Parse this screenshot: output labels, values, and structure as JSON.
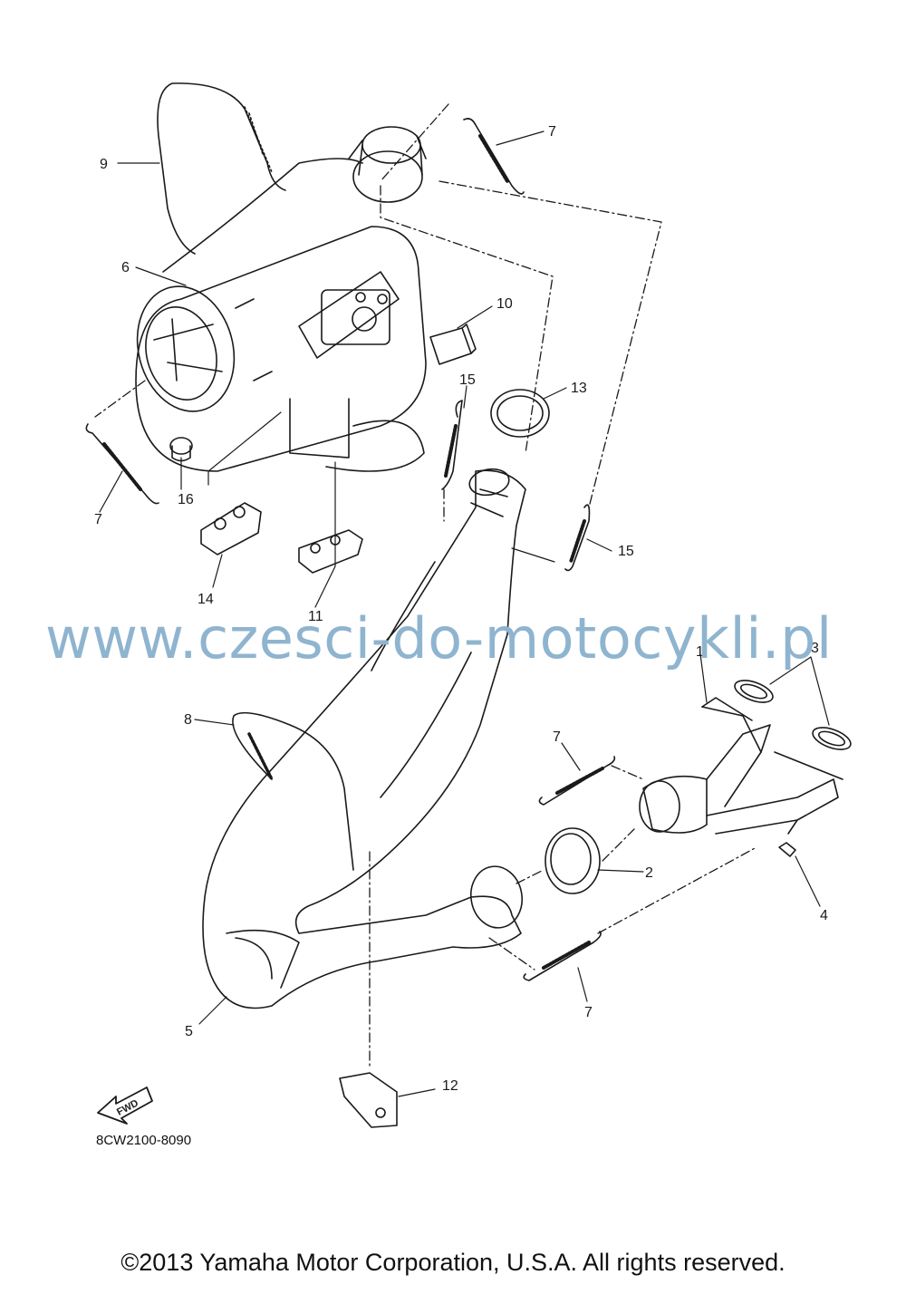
{
  "watermark": "www.czesci-do-motocykli.pl",
  "catalog_code": "8CW2100-8090",
  "fwd_label": "FWD",
  "copyright": "©2013 Yamaha Motor Corporation, U.S.A. All rights reserved.",
  "callouts": {
    "c1": "1",
    "c2": "2",
    "c3": "3",
    "c4": "4",
    "c5": "5",
    "c6": "6",
    "c7a": "7",
    "c7b": "7",
    "c7c": "7",
    "c7d": "7",
    "c8": "8",
    "c9": "9",
    "c10": "10",
    "c11": "11",
    "c12": "12",
    "c13": "13",
    "c14": "14",
    "c15a": "15",
    "c15b": "15",
    "c16": "16"
  },
  "colors": {
    "line": "#1a1a1a",
    "watermark": "#8fb4cf",
    "background": "#ffffff"
  }
}
